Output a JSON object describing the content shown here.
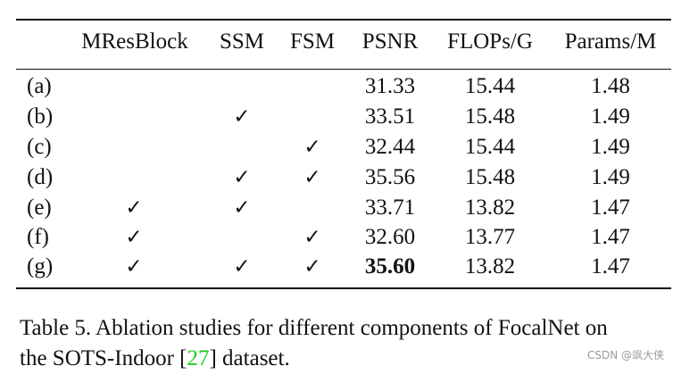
{
  "table": {
    "columns": [
      "",
      "MResBlock",
      "SSM",
      "FSM",
      "PSNR",
      "FLOPs/G",
      "Params/M"
    ],
    "rows": [
      {
        "label": "(a)",
        "mresblock": "",
        "ssm": "",
        "fsm": "",
        "psnr": "31.33",
        "flops": "15.44",
        "params": "1.48"
      },
      {
        "label": "(b)",
        "mresblock": "",
        "ssm": "✓",
        "fsm": "",
        "psnr": "33.51",
        "flops": "15.48",
        "params": "1.49"
      },
      {
        "label": "(c)",
        "mresblock": "",
        "ssm": "",
        "fsm": "✓",
        "psnr": "32.44",
        "flops": "15.44",
        "params": "1.49"
      },
      {
        "label": "(d)",
        "mresblock": "",
        "ssm": "✓",
        "fsm": "✓",
        "psnr": "35.56",
        "flops": "15.48",
        "params": "1.49"
      },
      {
        "label": "(e)",
        "mresblock": "✓",
        "ssm": "✓",
        "fsm": "",
        "psnr": "33.71",
        "flops": "13.82",
        "params": "1.47"
      },
      {
        "label": "(f)",
        "mresblock": "✓",
        "ssm": "",
        "fsm": "✓",
        "psnr": "32.60",
        "flops": "13.77",
        "params": "1.47"
      },
      {
        "label": "(g)",
        "mresblock": "✓",
        "ssm": "✓",
        "fsm": "✓",
        "psnr": "35.60",
        "flops": "13.82",
        "params": "1.47"
      }
    ]
  },
  "caption": {
    "line1": "Table 5. Ablation studies for different components of FocalNet on",
    "line2_pre": "the SOTS-Indoor [",
    "citation": "27",
    "line2_post": "] dataset."
  },
  "watermark": "CSDN @飒大侠"
}
